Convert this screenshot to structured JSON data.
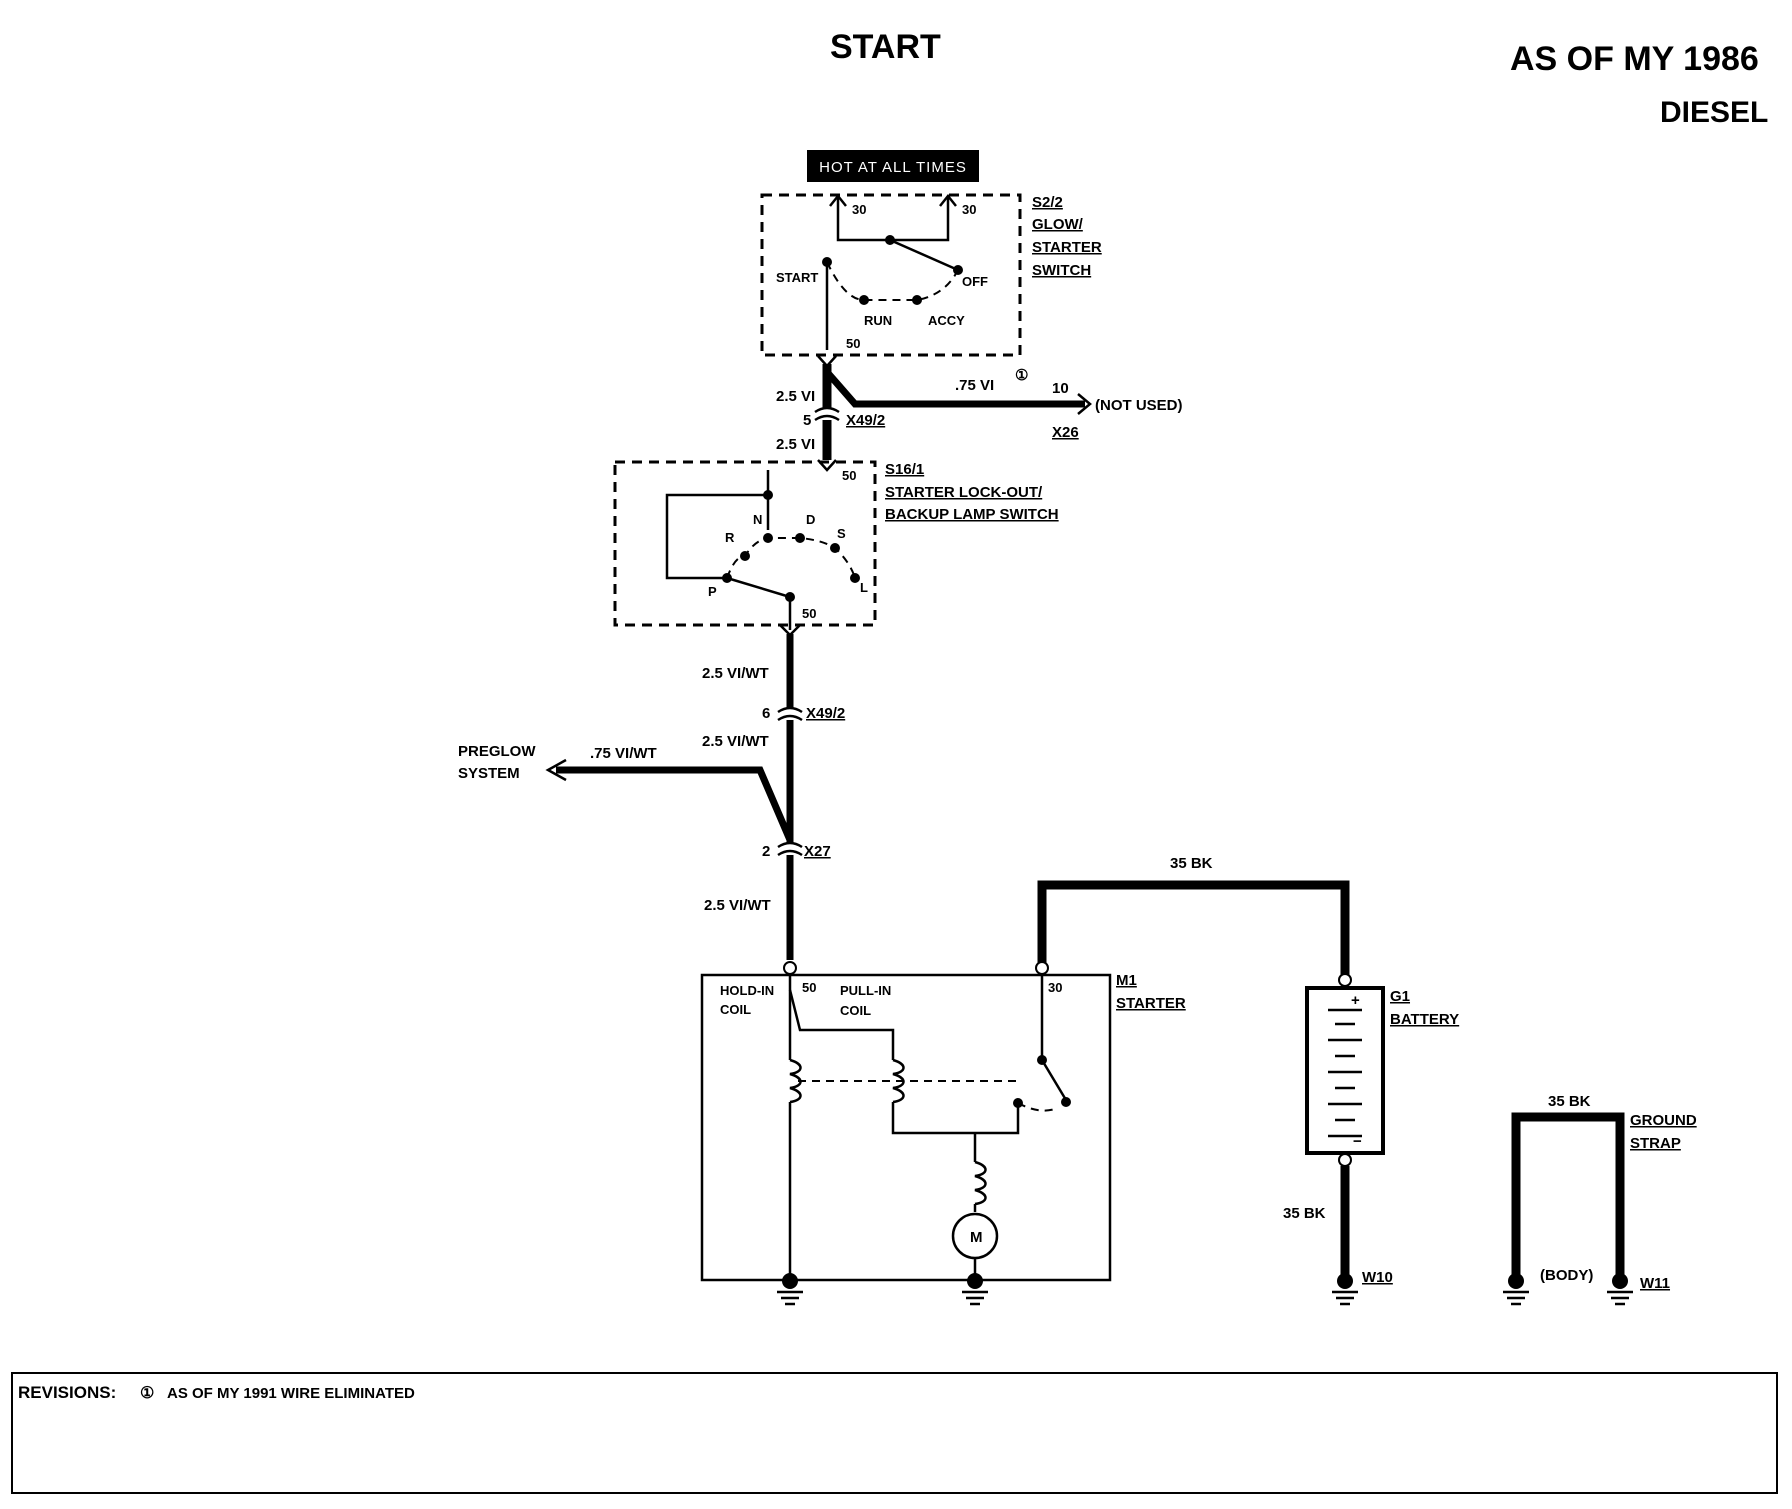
{
  "header": {
    "title": "START",
    "model_year": "AS OF MY 1986",
    "engine": "DIESEL"
  },
  "power": {
    "hot_label": "HOT AT ALL TIMES"
  },
  "switch_s22": {
    "id": "S2/2",
    "name_line1": "GLOW/",
    "name_line2": "STARTER",
    "name_line3": "SWITCH",
    "terminal_a": "30",
    "terminal_b": "30",
    "pos_start": "START",
    "pos_off": "OFF",
    "pos_run": "RUN",
    "pos_accy": "ACCY",
    "terminal_out": "50"
  },
  "wires": {
    "w1": "2.5 VI",
    "w2": "2.5 VI",
    "w3": ".75 VI",
    "w4": "2.5 VI/WT",
    "w5": "2.5 VI/WT",
    "w6": ".75 VI/WT",
    "w7": "2.5 VI/WT",
    "w8": "35 BK",
    "w9": "35 BK",
    "w10": "35 BK"
  },
  "revision_marker": "①",
  "connectors": {
    "x49_top_pin": "5",
    "x49_top": "X49/2",
    "x26_pin": "10",
    "x26": "X26",
    "not_used": "(NOT USED)",
    "x49_mid_pin": "6",
    "x49_mid": "X49/2",
    "x27_pin": "2",
    "x27": "X27"
  },
  "switch_s161": {
    "id": "S16/1",
    "name_line1": "STARTER LOCK-OUT/",
    "name_line2": "BACKUP LAMP SWITCH",
    "terminal_in": "50",
    "terminal_out": "50",
    "pos_n": "N",
    "pos_d": "D",
    "pos_r": "R",
    "pos_s": "S",
    "pos_p": "P",
    "pos_l": "L"
  },
  "preglow": {
    "line1": "PREGLOW",
    "line2": "SYSTEM"
  },
  "starter": {
    "id": "M1",
    "name": "STARTER",
    "hold_in1": "HOLD-IN",
    "hold_in2": "COIL",
    "pull_in1": "PULL-IN",
    "pull_in2": "COIL",
    "terminal_50": "50",
    "terminal_30": "30",
    "motor": "M"
  },
  "battery": {
    "id": "G1",
    "name": "BATTERY",
    "plus": "+",
    "minus": "−"
  },
  "grounds": {
    "w10": "W10",
    "w11": "W11",
    "body": "(BODY)",
    "strap1": "GROUND",
    "strap2": "STRAP"
  },
  "revisions": {
    "label": "REVISIONS:",
    "marker": "①",
    "text": "AS OF MY 1991 WIRE ELIMINATED"
  }
}
